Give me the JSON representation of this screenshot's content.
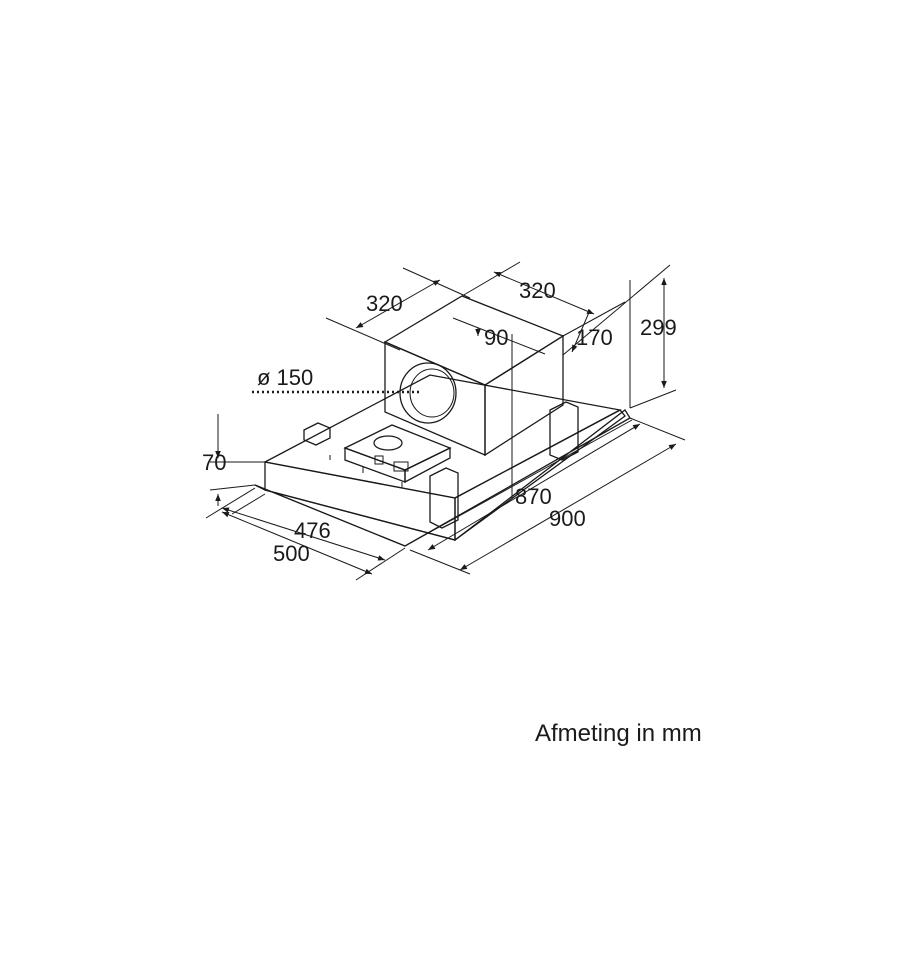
{
  "drawing": {
    "dimensions": {
      "box_depth": "320",
      "box_width": "320",
      "offset_front": "90",
      "offset_side": "170",
      "total_height": "299",
      "duct_diameter": "ø 150",
      "panel_height": "70",
      "inner_depth": "476",
      "outer_depth": "500",
      "inner_width": "870",
      "outer_width": "900"
    },
    "caption": "Afmeting in mm"
  },
  "colors": {
    "line": "#1a1a1a",
    "box_front": "#d9d9d9",
    "box_side": "#cfcfcf",
    "box_top": "#e6e6e6",
    "panel_top": "#e3e3e3",
    "panel_front": "#cccccc"
  }
}
